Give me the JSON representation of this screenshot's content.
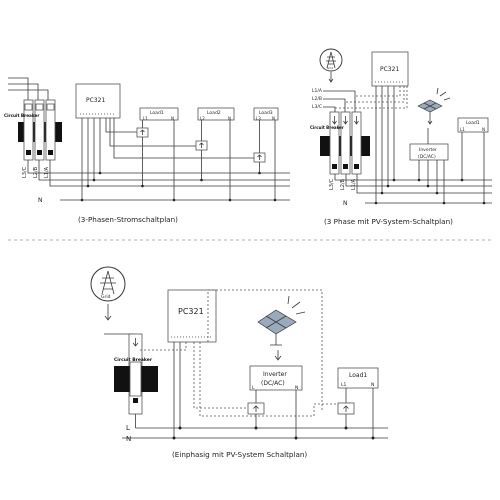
{
  "device": "PC321",
  "grid_label": "Grid",
  "breaker_label": "Circuit Breaker",
  "load_labels": {
    "load1": "Load1",
    "load2": "Load2",
    "load3": "Load3"
  },
  "inverter": {
    "line1": "Inverter",
    "line2": "(DC/AC)"
  },
  "lines": {
    "l1a": "L1/A",
    "l2b": "L2/B",
    "l3c": "L3/C",
    "l1": "L1",
    "l2": "L2",
    "l3": "L3",
    "n": "N",
    "l": "L"
  },
  "captions": {
    "three_phase": "(3-Phasen-Stromschaltplan)",
    "three_phase_pv": "(3 Phase mit PV-System-Schaltplan)",
    "single_phase_pv": "(Einphasig mit PV-System Schaltplan)"
  },
  "colors": {
    "wire": "#3a3a3a",
    "breaker": "#111111",
    "separator": "#999999"
  }
}
